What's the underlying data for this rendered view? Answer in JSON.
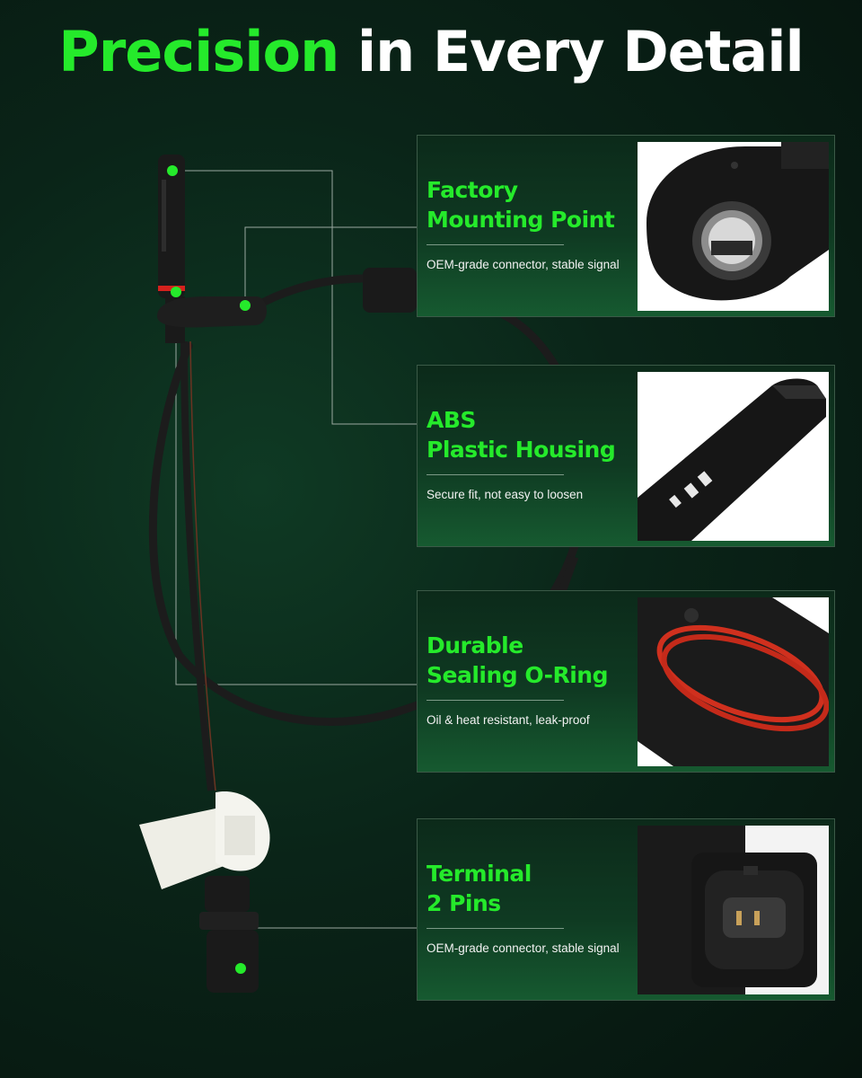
{
  "page_title": {
    "highlight": "Precision",
    "rest": "in Every Detail"
  },
  "colors": {
    "accent": "#25ea2b",
    "background": "#0a2418",
    "text": "#ffffff"
  },
  "features": [
    {
      "heading_line1": "Factory",
      "heading_line2": "Mounting Point",
      "description": "OEM-grade connector, stable signal",
      "photo": "mounting-bracket-closeup"
    },
    {
      "heading_line1": "ABS",
      "heading_line2": "Plastic Housing",
      "description": "Secure fit, not easy to loosen",
      "photo": "sensor-housing-closeup"
    },
    {
      "heading_line1": "Durable",
      "heading_line2": "Sealing O-Ring",
      "description": "Oil & heat resistant, leak-proof",
      "photo": "o-ring-closeup"
    },
    {
      "heading_line1": "Terminal",
      "heading_line2": "2 Pins",
      "description": "OEM-grade connector, stable signal",
      "photo": "connector-pins-closeup"
    }
  ]
}
